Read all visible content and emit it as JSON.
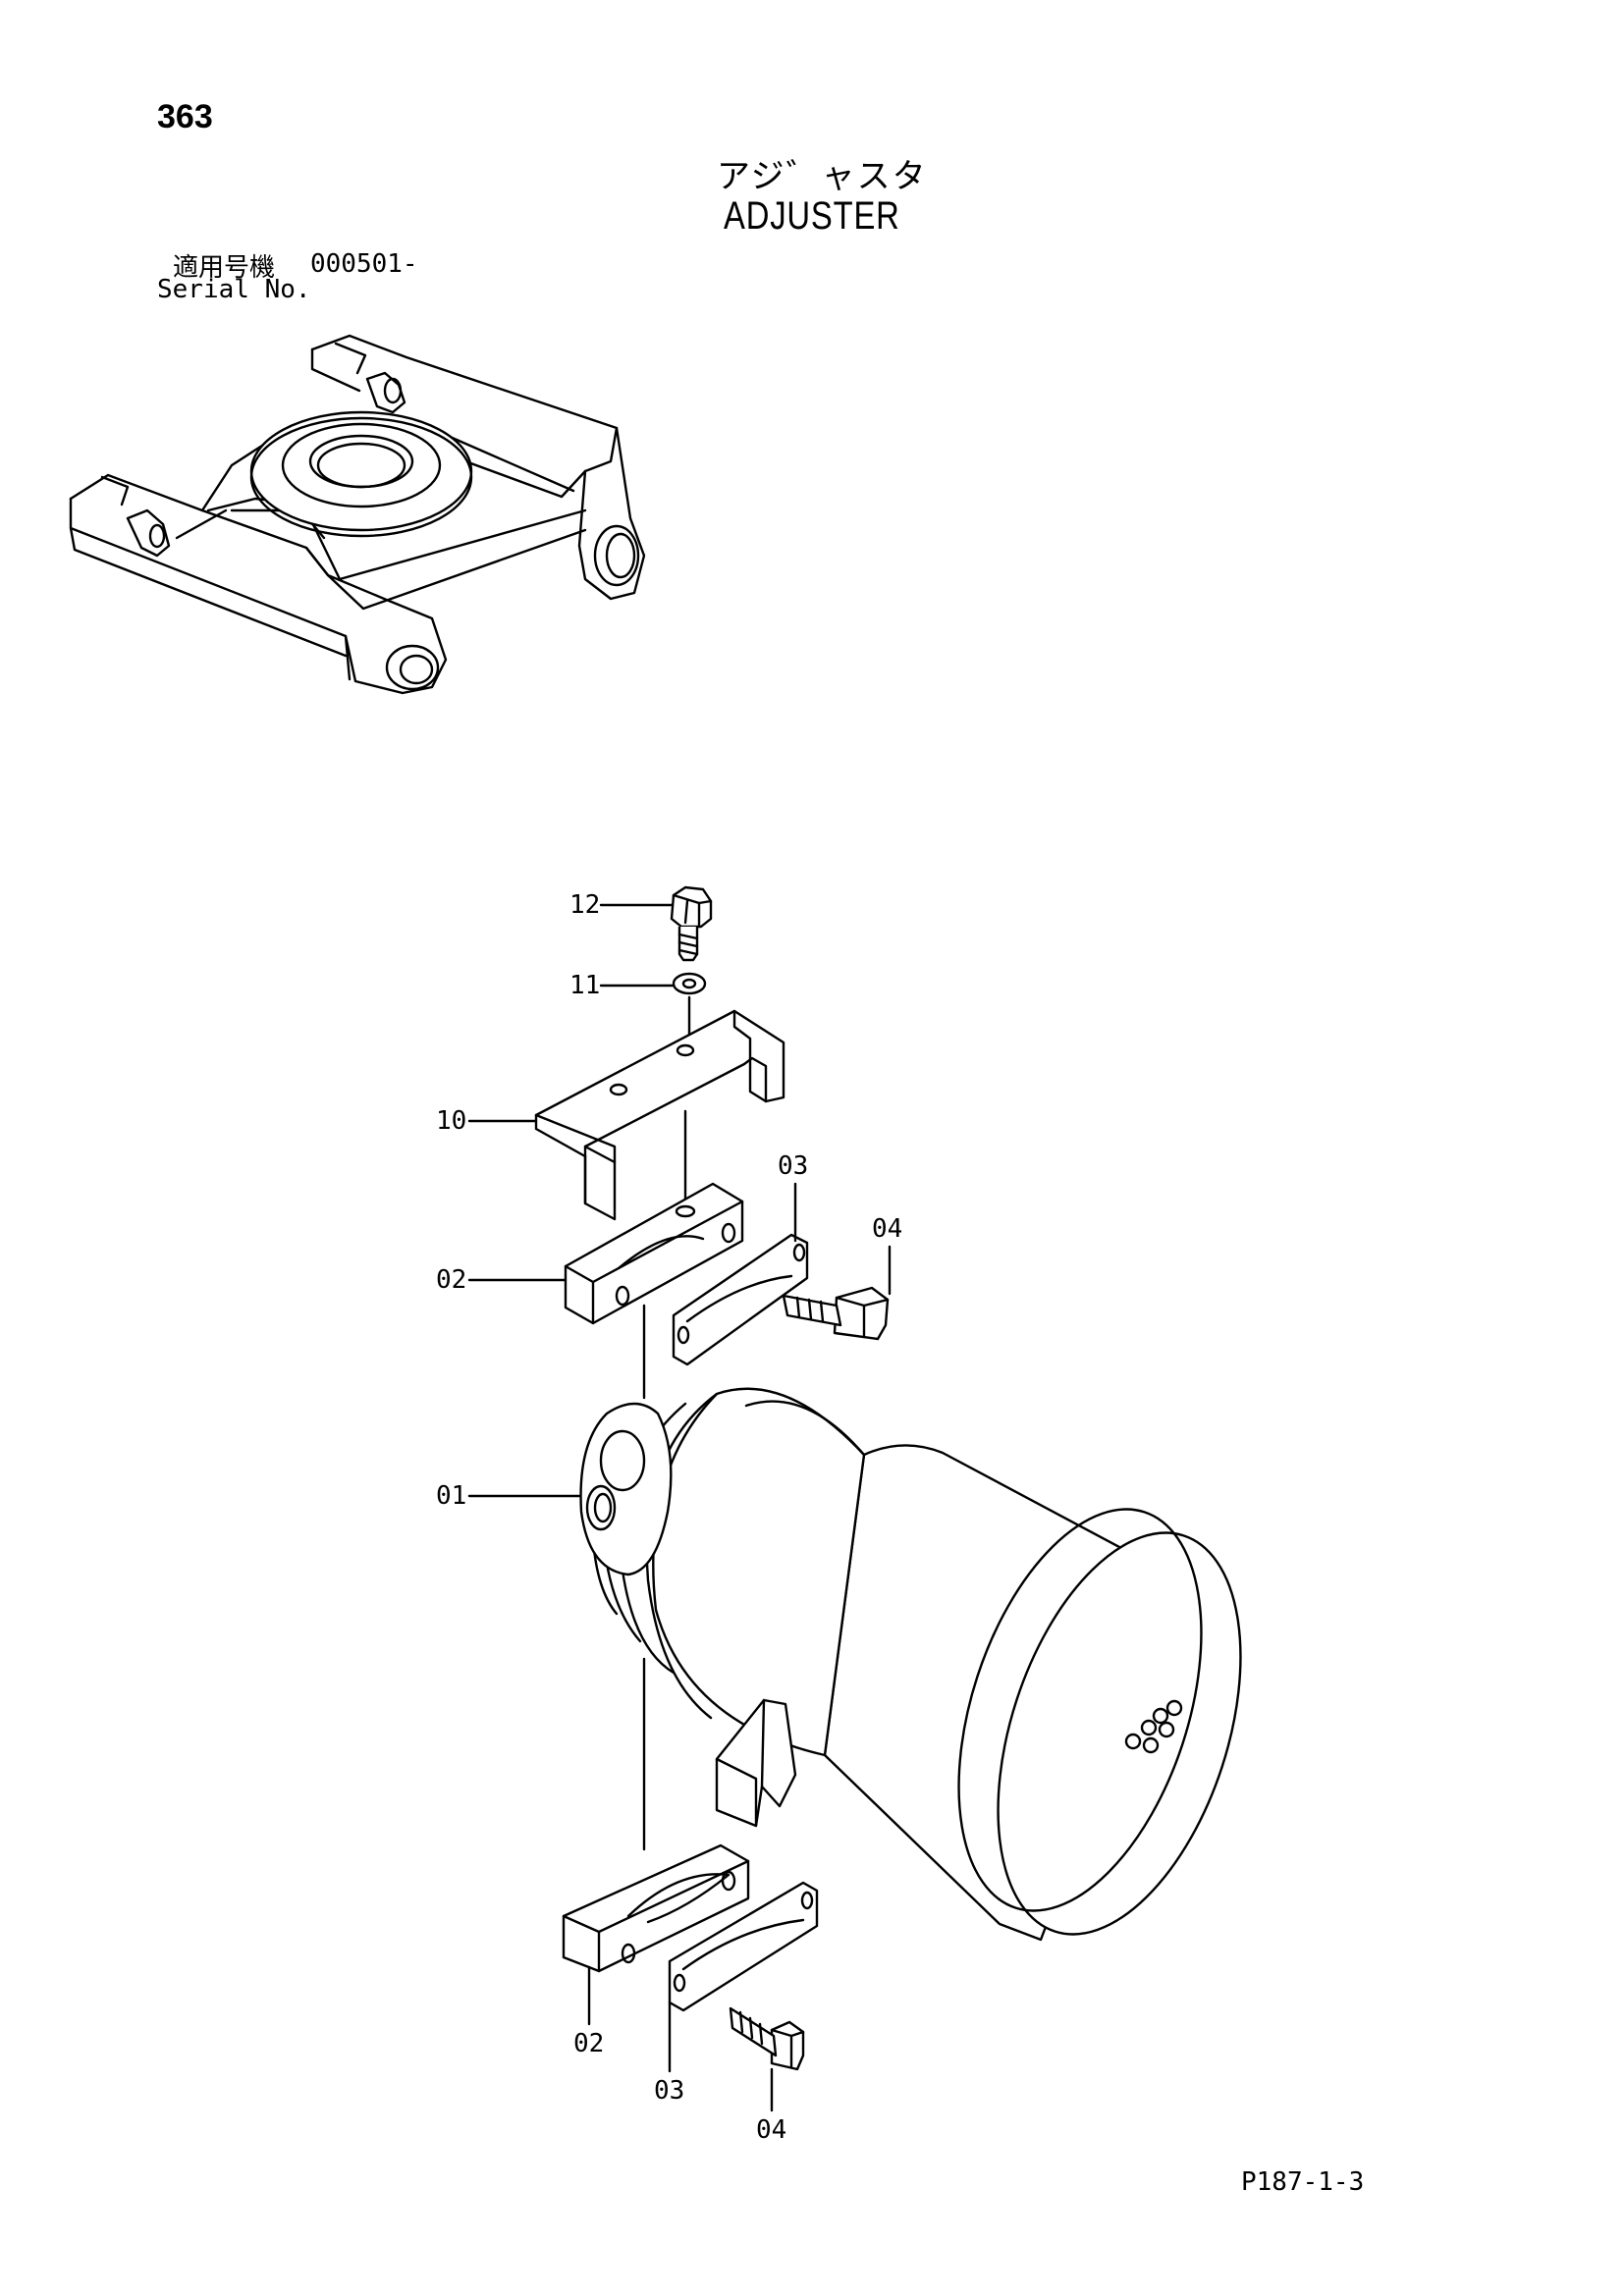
{
  "header": {
    "page_number": "363",
    "title_jp": "アジ゛ャスタ",
    "title_en": "ADJUSTER"
  },
  "serial": {
    "label_jp": "適用号機",
    "range": "000501-",
    "label_en": "Serial No."
  },
  "callouts": {
    "c12": "12",
    "c11": "11",
    "c10": "10",
    "c03a": "03",
    "c04a": "04",
    "c02a": "02",
    "c01": "01",
    "c02b": "02",
    "c03b": "03",
    "c04b": "04"
  },
  "footer": {
    "doc_code": "P187-1-3"
  }
}
